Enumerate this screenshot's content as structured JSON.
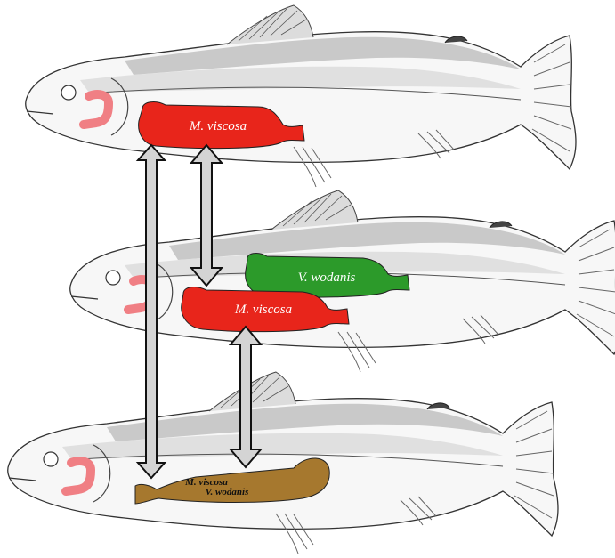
{
  "labels": {
    "top_bacterium": "M. viscosa",
    "middle_green": "V. wodanis",
    "middle_red": "M. viscosa",
    "bottom_line1": "M. viscosa",
    "bottom_line2": "V. wodanis"
  },
  "colors": {
    "m_viscosa": "#e8251b",
    "v_wodanis": "#2c9a2a",
    "coinfection": "#a6782e",
    "gill": "#f07f84",
    "arrow_fill": "#d4d4d4",
    "outline": "#222222"
  }
}
